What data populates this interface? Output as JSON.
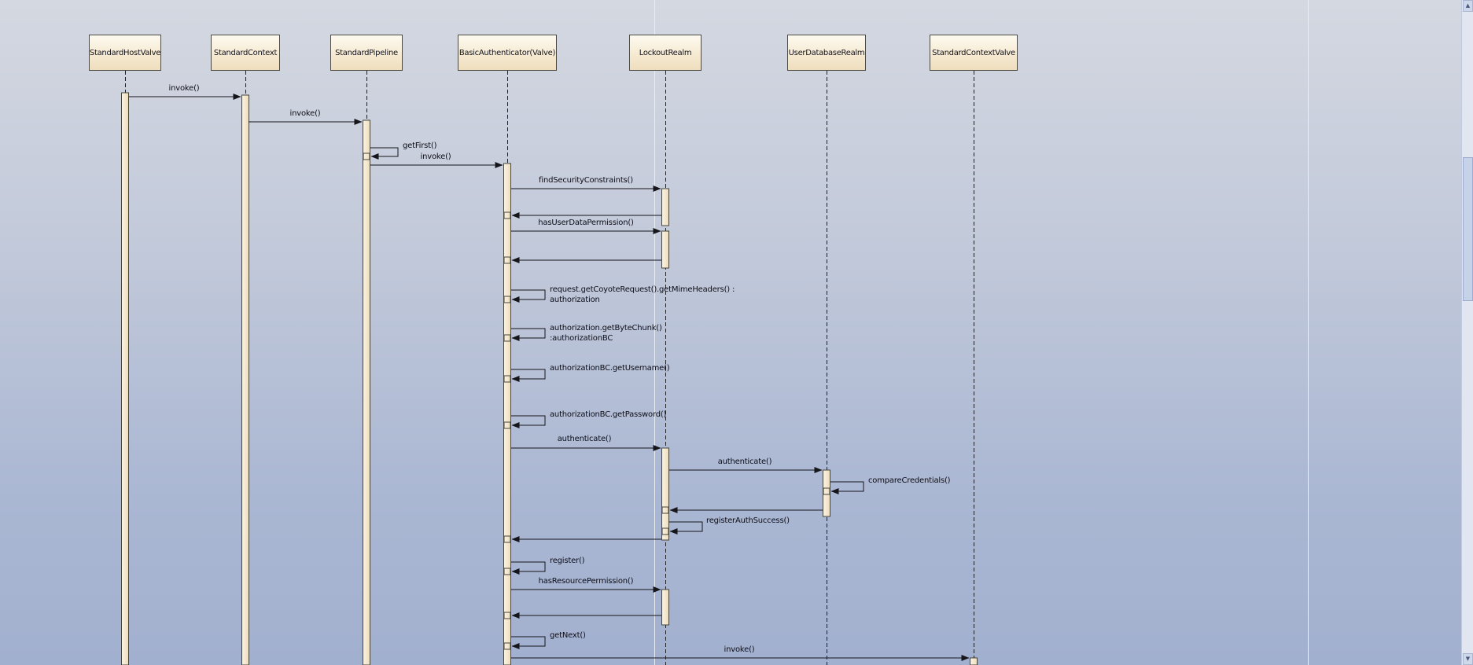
{
  "window": {
    "scrollbar_up_icon": "▲",
    "scrollbar_down_icon": "▼"
  },
  "actors": [
    {
      "label": "StandardHostValve"
    },
    {
      "label": "StandardContext"
    },
    {
      "label": "StandardPipeline"
    },
    {
      "label": "BasicAuthenticator(Valve)"
    },
    {
      "label": "LockoutRealm"
    },
    {
      "label": "UserDatabaseRealm"
    },
    {
      "label": "StandardContextValve"
    }
  ],
  "messages": {
    "invoke_host_to_context": "invoke()",
    "invoke_context_to_pipeline": "invoke()",
    "get_first": "getFirst()",
    "invoke_pipeline_to_authenticator": "invoke()",
    "find_security_constraints": "findSecurityConstraints()",
    "has_user_data_permission": "hasUserDataPermission()",
    "get_mime_headers_line1": "request.getCoyoteRequest().getMimeHeaders() :",
    "get_mime_headers_line2": "authorization",
    "get_byte_chunk_line1": "authorization.getByteChunk()",
    "get_byte_chunk_line2": ":authorizationBC",
    "get_username": "authorizationBC.getUsername()",
    "get_password": "authorizationBC.getPassword()",
    "authenticate_to_lockout": "authenticate()",
    "authenticate_to_userdb": "authenticate()",
    "compare_credentials": "compareCredentials()",
    "register_auth_success": "registerAuthSuccess()",
    "register": "register()",
    "has_resource_permission": "hasResourcePermission()",
    "get_next": "getNext()",
    "invoke_to_contextvalve": "invoke()"
  }
}
